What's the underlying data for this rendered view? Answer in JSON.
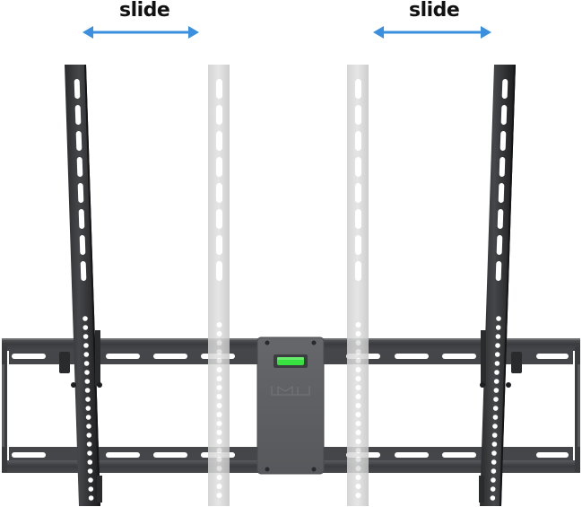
{
  "annotations": {
    "left_label": "slide",
    "right_label": "slide"
  },
  "colors": {
    "arrow": "#3a8fdf",
    "bracket_dark": "#3c3d40",
    "bracket_edge": "#1c1c1e",
    "bracket_ghost": "#d8d8d8",
    "rail": "#4a4b4e",
    "plate": "#5f6063",
    "level_bubble": "#38e040"
  },
  "product": {
    "type": "tilting-tv-wall-mount",
    "parts": [
      "left-vertical-bracket",
      "right-vertical-bracket",
      "ghost-bracket-left",
      "ghost-bracket-right",
      "top-horizontal-rail",
      "bottom-horizontal-rail",
      "center-wall-plate",
      "bubble-level"
    ]
  }
}
